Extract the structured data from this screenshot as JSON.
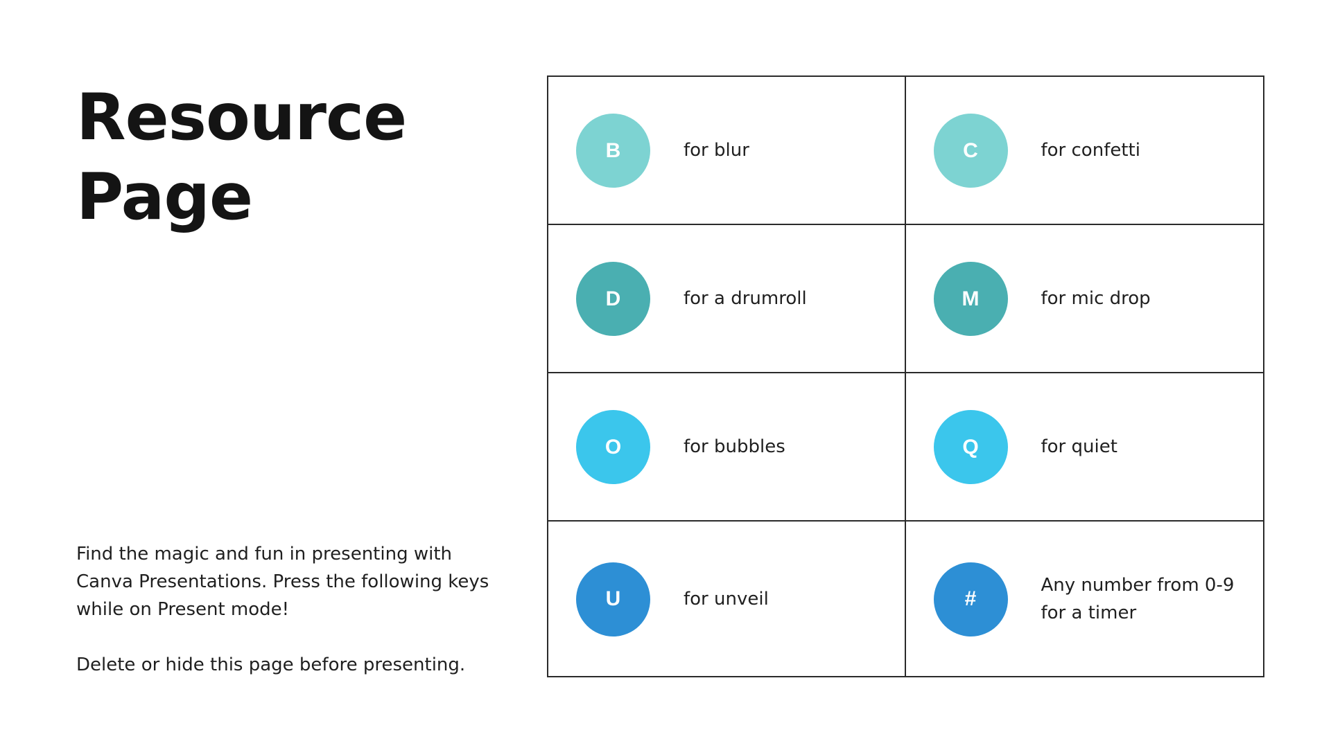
{
  "title": {
    "line1": "Resource",
    "line2": "Page"
  },
  "intro": {
    "paragraph1": "Find the magic and fun in presenting with Canva Presentations. Press the following keys while on Present mode!",
    "paragraph2": "Delete or hide this page before presenting."
  },
  "colors": {
    "light_teal": "#7DD3D2",
    "teal": "#4AAFB1",
    "sky_blue": "#3BC6EC",
    "blue": "#2D8FD5"
  },
  "keys": [
    {
      "key": "B",
      "description": "for blur",
      "color": "#7DD3D2"
    },
    {
      "key": "C",
      "description": "for confetti",
      "color": "#7DD3D2"
    },
    {
      "key": "D",
      "description": "for a drumroll",
      "color": "#4AAFB1"
    },
    {
      "key": "M",
      "description": "for mic drop",
      "color": "#4AAFB1"
    },
    {
      "key": "O",
      "description": "for bubbles",
      "color": "#3BC6EC"
    },
    {
      "key": "Q",
      "description": "for quiet",
      "color": "#3BC6EC"
    },
    {
      "key": "U",
      "description": "for unveil",
      "color": "#2D8FD5"
    },
    {
      "key": "#",
      "description": "Any number from 0-9\nfor a timer",
      "color": "#2D8FD5"
    }
  ]
}
